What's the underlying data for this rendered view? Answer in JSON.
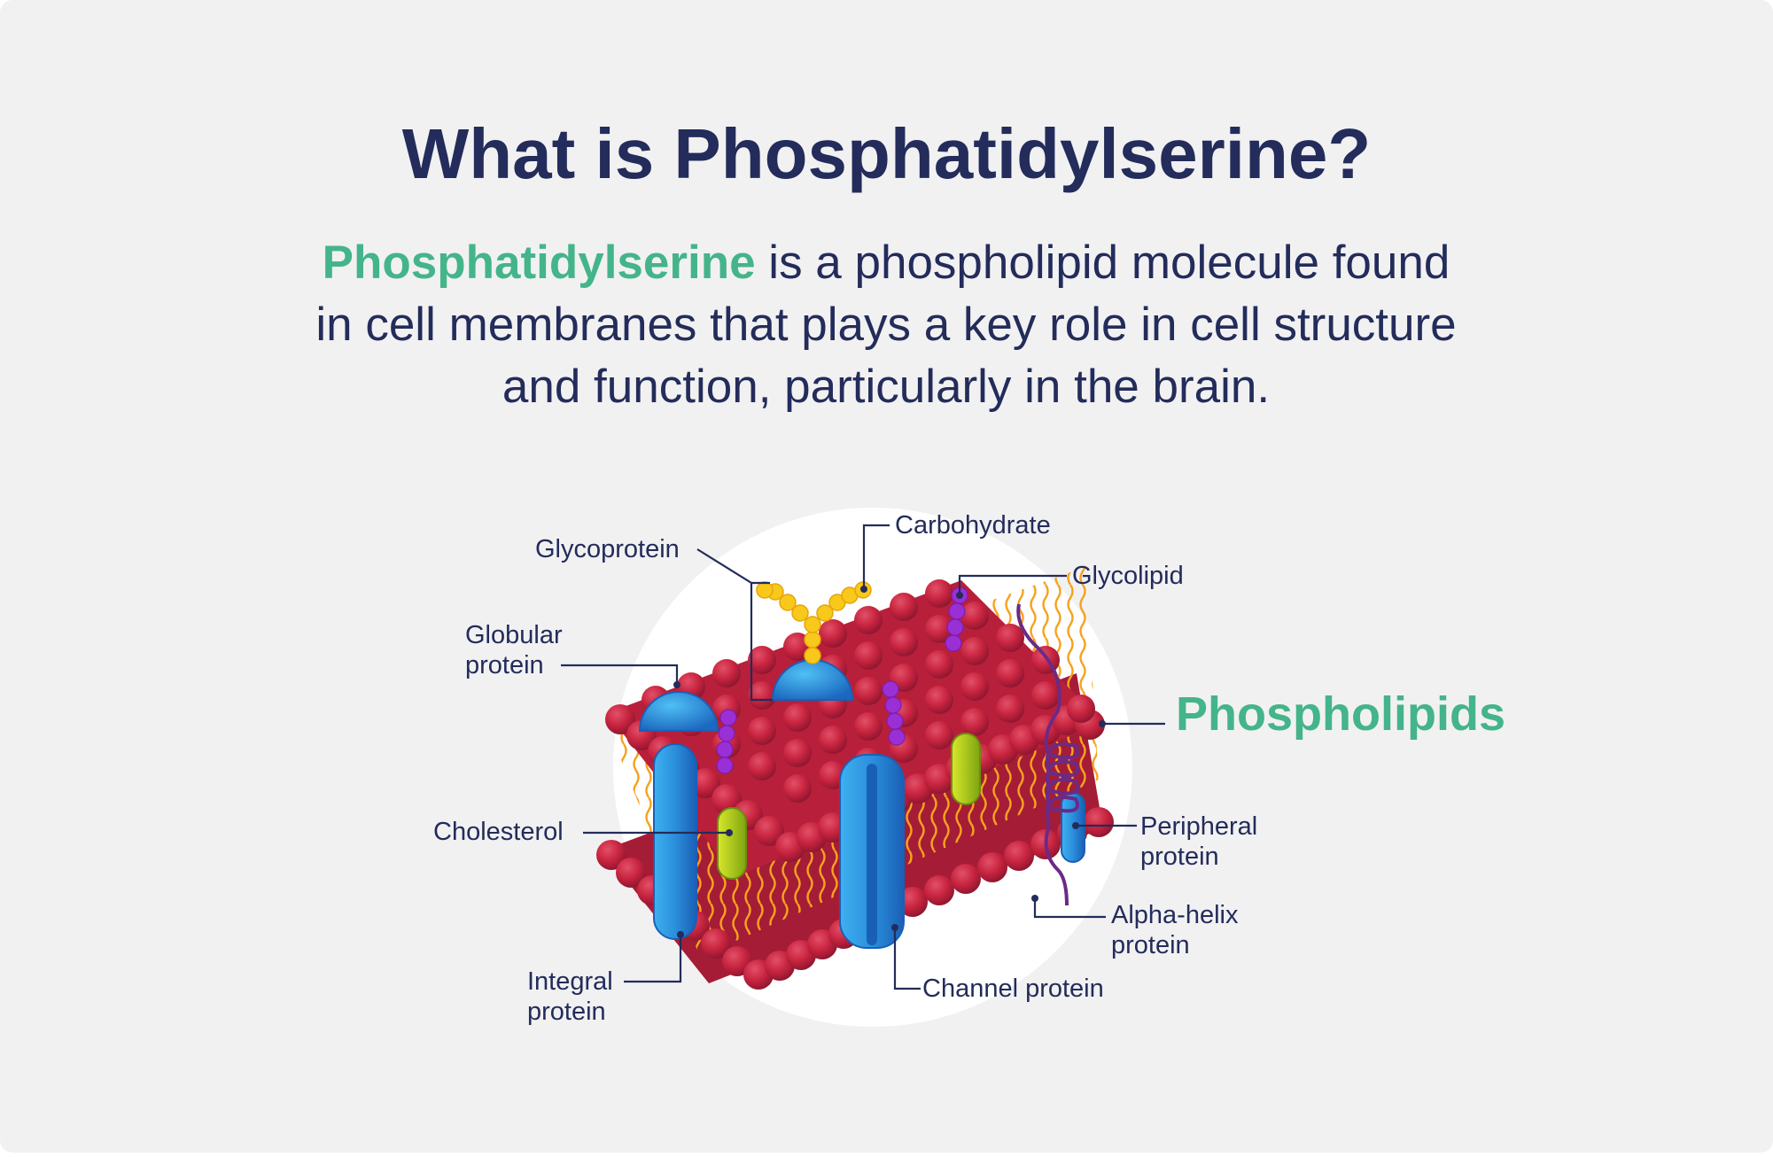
{
  "header": {
    "title": "What is Phosphatidylserine?"
  },
  "intro": {
    "highlight": "Phosphatidylserine",
    "line1_rest": " is a phospholipid molecule found",
    "line2": "in cell membranes that plays a key role in cell structure",
    "line3": "and function, particularly in the brain."
  },
  "diagram": {
    "subject": "cell membrane (phospholipid bilayer)",
    "colors": {
      "background": "#f1f1f2",
      "circle": "#ffffff",
      "phospholipid_head": "#c8243f",
      "lipid_tail": "#f6a21e",
      "protein": "#2a8fdc",
      "cholesterol": "#b8cc1a",
      "carbohydrate": "#f8c81a",
      "glycolipid": "#9b2fd6",
      "alpha_helix": "#6b2a86",
      "label_text": "#232c5a",
      "accent_green": "#44b48a"
    },
    "labels": {
      "carbohydrate": "Carbohydrate",
      "glycoprotein": "Glycoprotein",
      "glycolipid": "Glycolipid",
      "globular_line1": "Globular",
      "globular_line2": "protein",
      "phospholipids": "Phospholipids",
      "cholesterol": "Cholesterol",
      "peripheral_line1": "Peripheral",
      "peripheral_line2": "protein",
      "alpha_line1": "Alpha-helix",
      "alpha_line2": "protein",
      "integral_line1": "Integral",
      "integral_line2": "protein",
      "channel": "Channel protein"
    }
  }
}
